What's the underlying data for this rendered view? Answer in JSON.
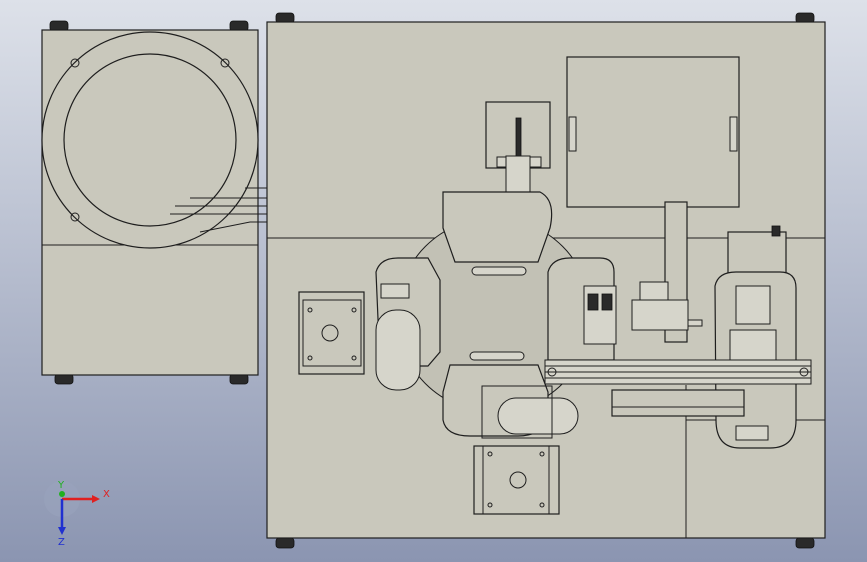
{
  "viewport": {
    "background_top": "#d9dde6",
    "background_bottom": "#8c96b2",
    "part_fill": "#c9c8bc",
    "edge_color": "#1e1e1e"
  },
  "triad": {
    "x_label": "X",
    "y_label": "Y",
    "z_label": "Z",
    "x_color": "#e02020",
    "y_color": "#20b020",
    "z_color": "#2030d0"
  }
}
